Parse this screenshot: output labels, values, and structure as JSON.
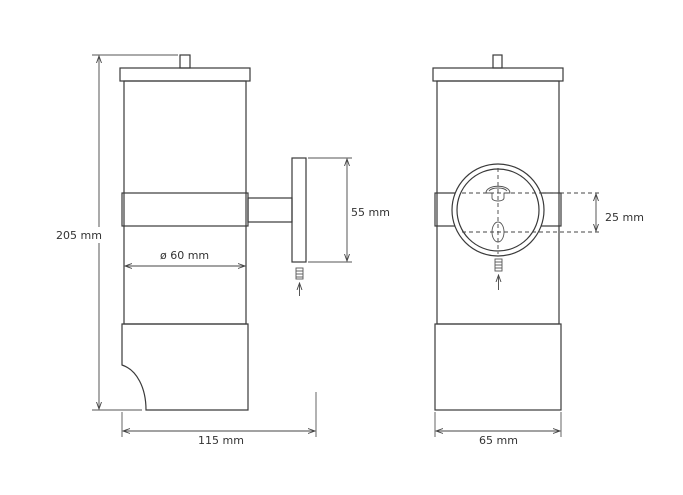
{
  "dimensions": {
    "height": "205 mm",
    "diameter": "ø 60 mm",
    "flange": "55 mm",
    "width_side": "115 mm",
    "width_front": "65 mm",
    "hole_spacing": "25 mm"
  }
}
